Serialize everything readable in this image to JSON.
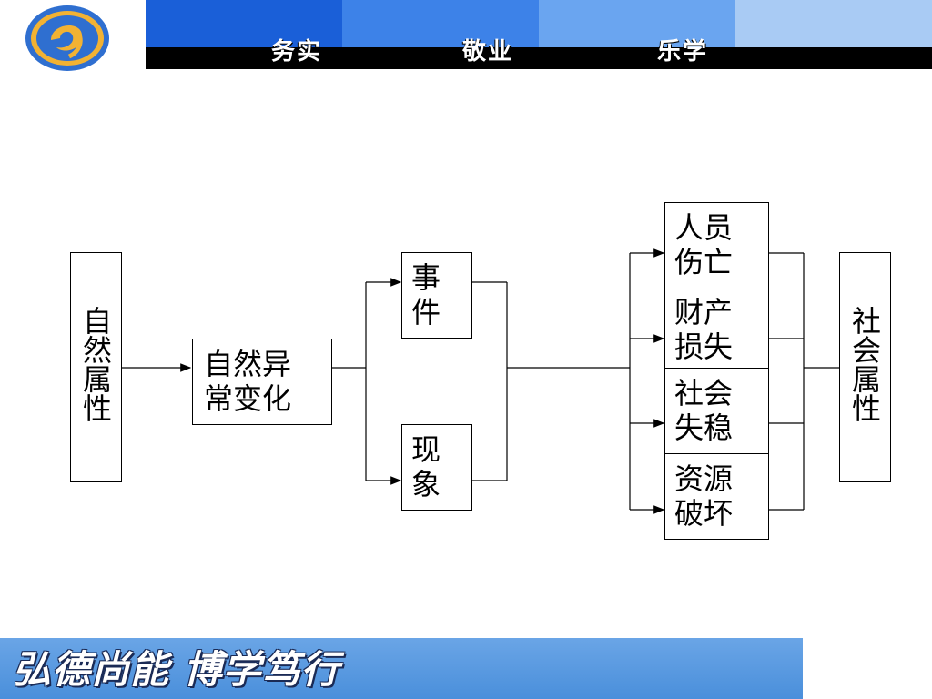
{
  "header": {
    "mottos": [
      "务实",
      "敬业",
      "乐学"
    ],
    "band_colors": [
      "#1a5fd8",
      "#3d82e8",
      "#6aa5f0",
      "#a9cbf4"
    ],
    "bar_color": "#000000"
  },
  "logo": {
    "icon": "school-emblem-icon",
    "outer_color": "#2f6fd0",
    "inner_color": "#f2b233"
  },
  "diagram": {
    "left_node": "自然属性",
    "change_node": "自然异常变化",
    "event_node": "事件",
    "phenomenon_node": "现象",
    "impacts": [
      "人员伤亡",
      "财产损失",
      "社会失稳",
      "资源破坏"
    ],
    "right_node": "社会属性"
  },
  "footer": {
    "slogan": "弘德尚能  博学笃行",
    "band_color": "#4a8fdb"
  }
}
